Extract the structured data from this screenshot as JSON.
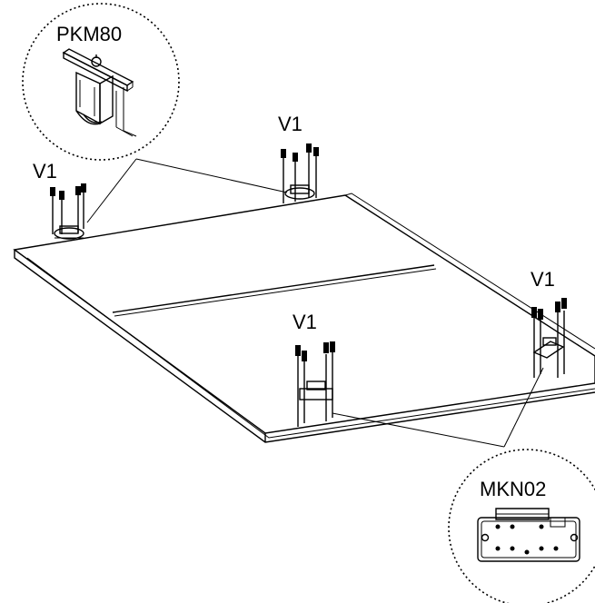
{
  "callouts": {
    "top_left": {
      "title": "PKM80"
    },
    "bottom_right": {
      "title": "MKN02"
    }
  },
  "labels": {
    "left": "V1",
    "top": "V1",
    "middle": "V1",
    "right": "V1"
  },
  "colors": {
    "line": "#000000",
    "background": "#ffffff"
  }
}
